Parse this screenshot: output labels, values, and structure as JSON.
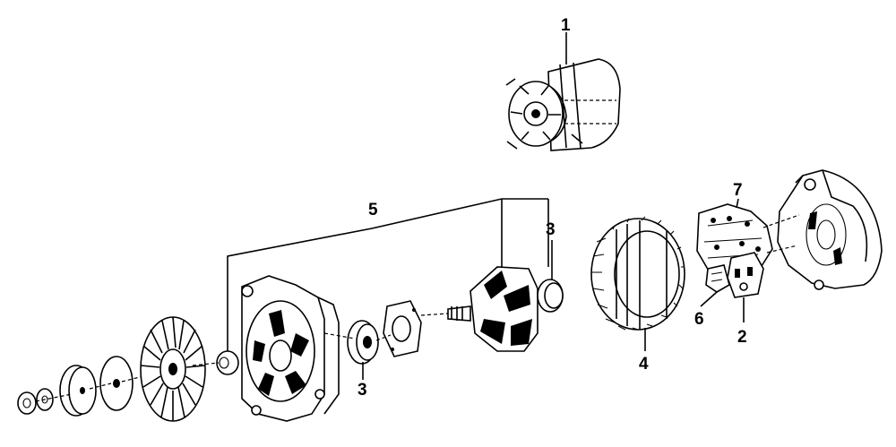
{
  "diagram": {
    "callouts": {
      "alternator": "1",
      "regulator": "2",
      "bearing_rotor": "3",
      "bearing_front": "3",
      "stator": "4",
      "rotor_group": "5",
      "brush_holder": "6",
      "rectifier": "7"
    }
  }
}
